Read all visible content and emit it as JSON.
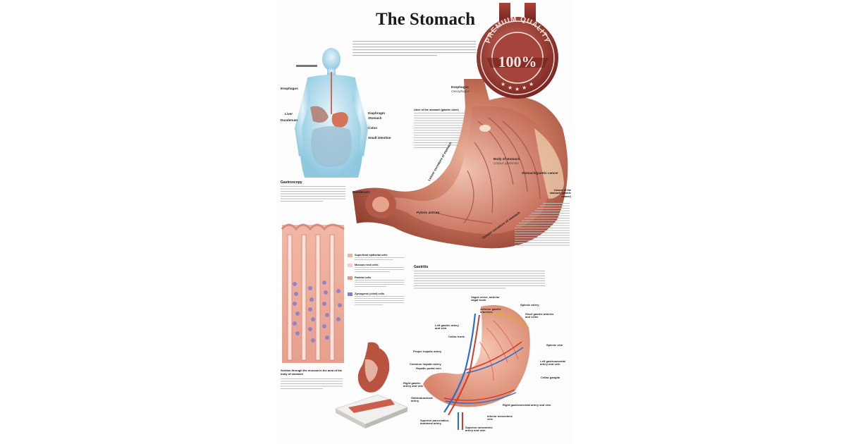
{
  "poster": {
    "title": "The Stomach"
  },
  "body_figure": {
    "labels": [
      "Esophagus",
      "Liver",
      "Duodenum",
      "Diaphragm",
      "Stomach",
      "Colon",
      "Small intestine"
    ]
  },
  "gastroscopy": {
    "heading": "Gastroscopy"
  },
  "stomach_main": {
    "labels": {
      "esophagus": "Esophagus",
      "esophagus_sub": "Oesophagus",
      "duodenum": "Duodenum",
      "pyloric_antrum": "Pyloric antrum",
      "body": "Body of stomach",
      "body_sub": "Corpus gastricum",
      "cancer": "Stomach/gastric cancer",
      "lesser": "Lesser curvature of stomach",
      "greater": "Greater curvature of stomach"
    }
  },
  "ulcer": {
    "heading": "Ulcer of the stomach (gastric ulcer)"
  },
  "cancer_box": {
    "heading": "Cancer of the stomach (gastric cancer)"
  },
  "mucosa": {
    "labels": [
      "Superficial epithelial cells",
      "Mucous neck cells",
      "Parietal cells",
      "Zymogenic (chief) cells"
    ],
    "section_heading": "Section through the mucosa in the area of the body of stomach"
  },
  "gastritis": {
    "heading": "Gastritis"
  },
  "vessels": {
    "labels": {
      "vagus": "Vagus nerve, anterior vagal trunk",
      "anterior_gastric": "Anterior gastric branches",
      "splenic_artery": "Splenic artery",
      "short_gastric": "Short gastric arteries and veins",
      "left_gastric": "Left gastric artery and vein",
      "celiac": "Celiac trunk",
      "splenic_vein": "Splenic vein",
      "proper_hepatic": "Proper hepatic artery",
      "left_gastroepiploic": "Left gastroomental artery and vein",
      "common_hepatic": "Common hepatic artery",
      "hepatic_portal": "Hepatic portal vein",
      "celiac_ganglia": "Celiac ganglia",
      "right_gastric": "Right gastric artery and vein",
      "gastroduodenal": "Gastroduodenal artery",
      "right_gastroomental": "Right gastroomental artery and vein",
      "inferior_mesenteric": "Inferior mesenteric vein",
      "sup_pancreatico": "Superior pancreatico-duodenal artery",
      "sup_mesenteric": "Superior mesenteric artery and vein"
    }
  },
  "seal": {
    "top_text": "PREMIUM QUALITY",
    "percent": "100%",
    "colors": {
      "ribbon": "#8e2f27",
      "disc": "#a5443a",
      "highlight": "#f3e6df"
    }
  }
}
